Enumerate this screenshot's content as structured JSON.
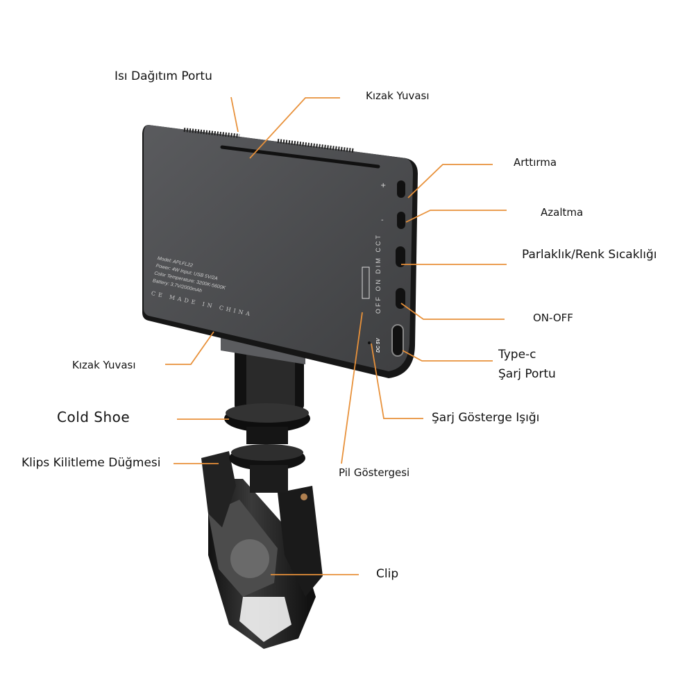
{
  "labels": {
    "heat_port": "Isı Dağıtım Portu",
    "slide_slot_top": "Kızak Yuvası",
    "increase": "Arttırma",
    "decrease": "Azaltma",
    "brightness_cct": "Parlaklık/Renk Sıcaklığı",
    "on_off": "ON-OFF",
    "typec_line1": "Type-c",
    "typec_line2": "Şarj Portu",
    "charge_indicator": "Şarj Gösterge Işığı",
    "battery_indicator": "Pil Göstergesi",
    "slide_slot_left": "Kızak Yuvası",
    "cold_shoe": "Cold Shoe",
    "clip_lock": "Klips Kilitleme Düğmesi",
    "clip": "Clip"
  },
  "device": {
    "model": "Model: APLFL22",
    "power": "Power: 4W Input: USB 5V/2A",
    "color_temp": "Color Temperature: 3200K-5600K",
    "battery": "Battery: 3.7V/2000mAh",
    "ce": "CE MADE IN CHINA",
    "switch_text": "OFF ON DIM CCT",
    "dc": "DC 5V",
    "plus": "+",
    "minus": "-"
  },
  "colors": {
    "leader": "#e8913a",
    "body": "#4a4b4d"
  }
}
